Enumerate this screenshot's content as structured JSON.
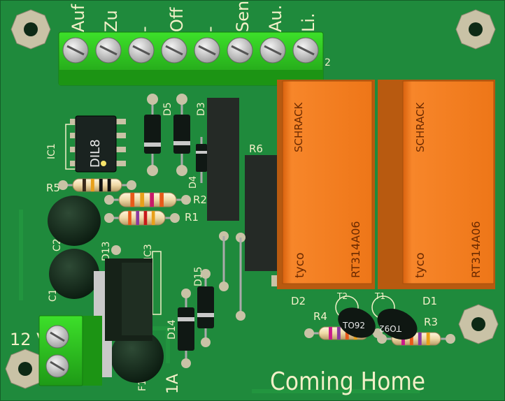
{
  "board": {
    "title": "Coming Home",
    "colors": {
      "pcb": "#1f8a3c",
      "pcb_dark": "#17702f",
      "silkscreen": "#f2f0c8",
      "terminal": "#2dc21f",
      "relay": "#f07a1c",
      "copper": "#c9c2a6"
    }
  },
  "terminal_block_top": {
    "labels": [
      "Auf",
      "Zu",
      "-",
      "Off",
      "-",
      "Sen.",
      "Au.",
      "Li."
    ],
    "end_label": "2"
  },
  "terminal_block_power": {
    "label": "12 V"
  },
  "ic1": {
    "ref": "IC1",
    "package": "DIL8"
  },
  "ic3": {
    "ref": "IC3"
  },
  "relays": [
    {
      "brand": "SCHRACK",
      "part": "RT314A06",
      "maker": "tyco",
      "ref": "D2"
    },
    {
      "brand": "SCHRACK",
      "part": "RT314A06",
      "maker": "tyco",
      "ref": "D1"
    }
  ],
  "resistors": {
    "r1": "R1",
    "r2": "R2",
    "r3": "R3",
    "r4": "R4",
    "r5": "R5",
    "r6": "R6"
  },
  "diodes": {
    "d3": "D3",
    "d4": "D4",
    "d5": "D5",
    "d13": "D13",
    "d14": "D14",
    "d15": "D15"
  },
  "capacitors": {
    "c1": "C1",
    "c2": "C2"
  },
  "transistors": [
    {
      "ref": "T2",
      "package": "TO92"
    },
    {
      "ref": "T1",
      "package": "TO92"
    }
  ],
  "fuse": {
    "ref": "F1",
    "rating": "1A"
  }
}
